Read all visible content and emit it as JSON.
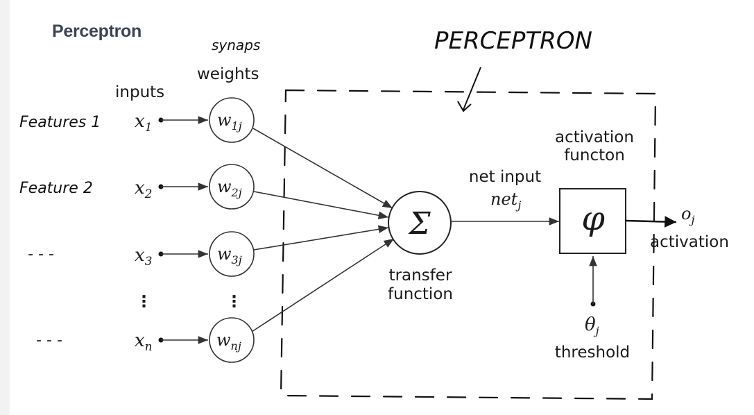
{
  "title": "Perceptron",
  "handwritten": {
    "heading": "PERCEPTRON",
    "synapse_note": "synaps",
    "feature_1": "Features 1",
    "feature_2": "Feature 2",
    "dots_3": "- - -",
    "dots_n": "- - -"
  },
  "labels": {
    "inputs": "inputs",
    "weights": "weights",
    "net_input": "net input",
    "transfer_line1": "transfer",
    "transfer_line2": "function",
    "activation_fn_line1": "activation",
    "activation_fn_line2": "functon",
    "activation": "activation",
    "threshold": "threshold"
  },
  "symbols": {
    "x1": "x",
    "x1_sub": "1",
    "x2": "x",
    "x2_sub": "2",
    "x3": "x",
    "x3_sub": "3",
    "xn": "x",
    "xn_sub": "n",
    "w1": "w",
    "w1_sub": "1j",
    "w2": "w",
    "w2_sub": "2j",
    "w3": "w",
    "w3_sub": "3j",
    "wn": "w",
    "wn_sub": "nj",
    "sum": "Σ",
    "phi": "φ",
    "net": "net",
    "net_sub": "j",
    "out": "o",
    "out_sub": "j",
    "theta": "θ",
    "theta_sub": "j",
    "vdots": "⋮"
  }
}
